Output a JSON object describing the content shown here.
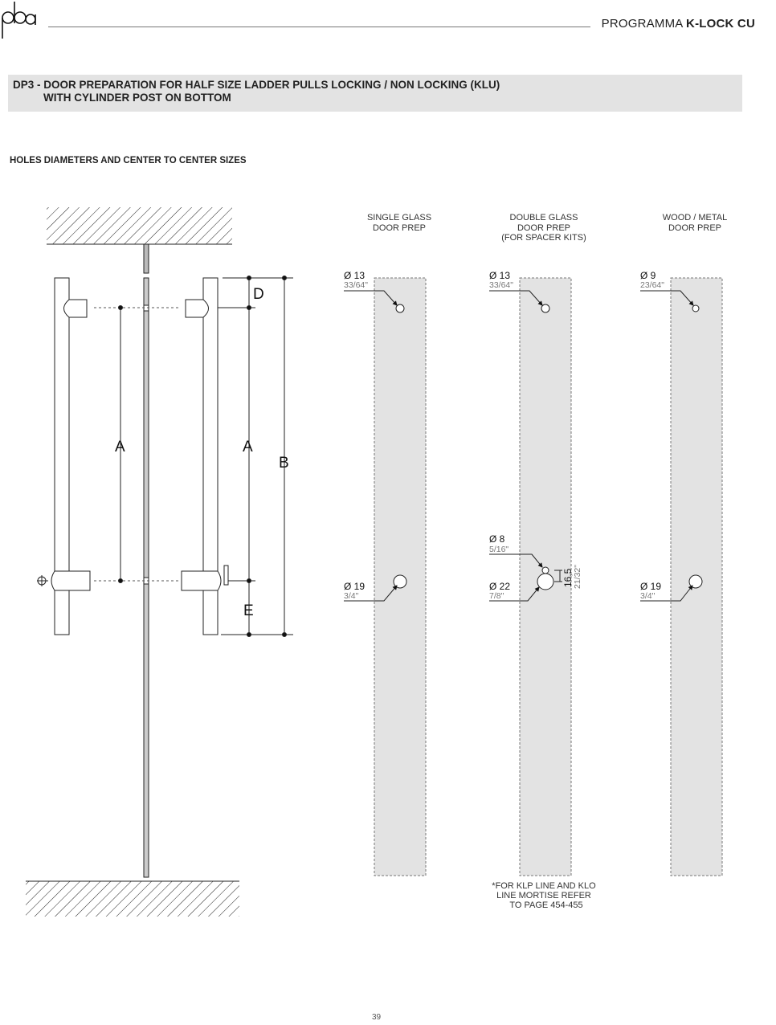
{
  "header": {
    "program_prefix": "PROGRAMMA",
    "program_name": "K-LOCK CU"
  },
  "title": {
    "line1": "DP3 - DOOR PREPARATION FOR HALF SIZE LADDER PULLS LOCKING / NON LOCKING (KLU)",
    "line2": "WITH CYLINDER POST ON BOTTOM"
  },
  "subtitle": "HOLES DIAMETERS AND CENTER TO CENTER SIZES",
  "drawing": {
    "dimension_labels": {
      "a_left": "A",
      "a_right": "A",
      "b": "B",
      "d": "D",
      "e": "E"
    },
    "columns": [
      {
        "heading": [
          "SINGLE GLASS",
          "DOOR PREP"
        ],
        "top_hole": {
          "diameter": "Ø 13",
          "inch": "33/64\""
        },
        "bottom_hole": {
          "diameter": "Ø 19",
          "inch": "3/4\""
        }
      },
      {
        "heading": [
          "DOUBLE GLASS",
          "DOOR PREP",
          "(FOR SPACER KITS)"
        ],
        "top_hole": {
          "diameter": "Ø 13",
          "inch": "33/64\""
        },
        "small_hole": {
          "diameter": "Ø 8",
          "inch": "5/16\""
        },
        "bottom_hole": {
          "diameter": "Ø 22",
          "inch": "7/8\""
        },
        "offset": {
          "mm": "16,5",
          "inch": "21/32\""
        },
        "note": [
          "*FOR KLP LINE AND KLO",
          "LINE MORTISE REFER",
          "TO PAGE 454-455"
        ]
      },
      {
        "heading": [
          "WOOD / METAL",
          "DOOR PREP"
        ],
        "top_hole": {
          "diameter": "Ø 9",
          "inch": "23/64\""
        },
        "bottom_hole": {
          "diameter": "Ø 19",
          "inch": "3/4\""
        }
      }
    ]
  },
  "footer": {
    "page_number": "39"
  }
}
